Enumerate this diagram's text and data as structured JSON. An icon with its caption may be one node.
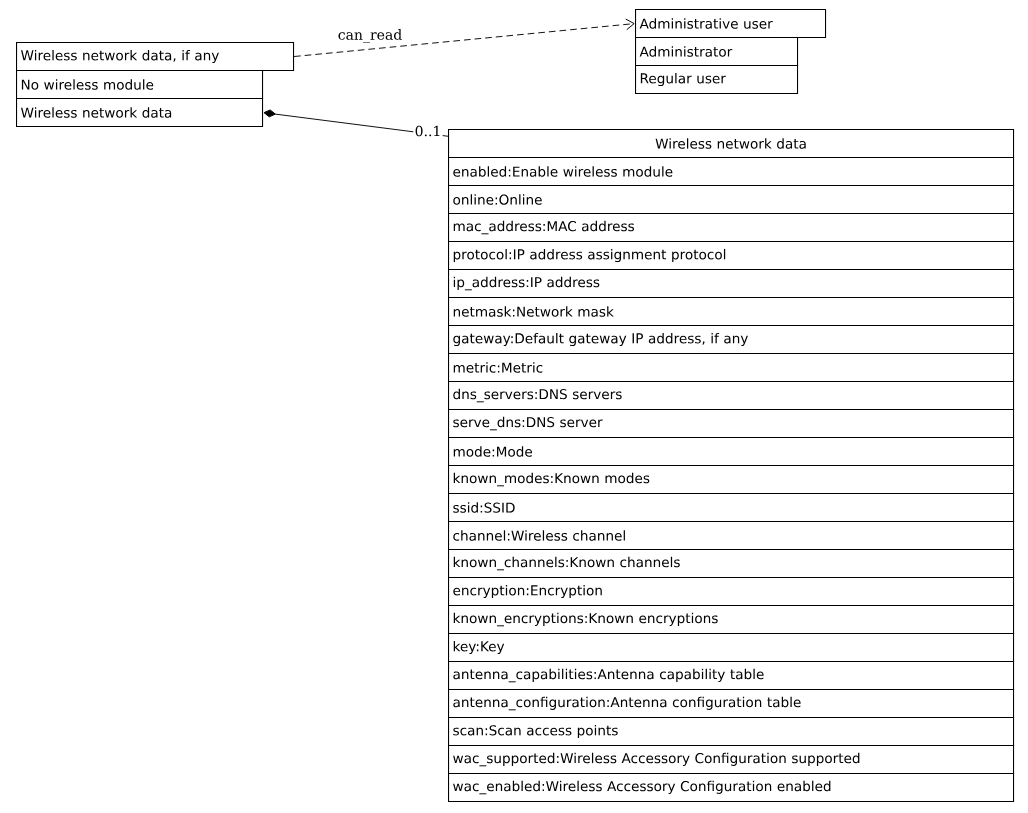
{
  "diagram": {
    "nodes": [
      {
        "text": [
          "Administrative user"
        ]
      },
      {
        "text": [
          "Administrator"
        ]
      },
      {
        "text": [
          "Regular user"
        ]
      },
      {
        "text": [
          "Wireless network data, if any"
        ]
      },
      {
        "text": [
          "No wireless module"
        ]
      },
      {
        "text": [
          "Wireless network data"
        ]
      },
      {
        "text": [
          "Wireless network data"
        ]
      },
      {
        "text": [
          "enabled:Enable wireless module"
        ]
      },
      {
        "text": [
          "online:Online"
        ]
      },
      {
        "text": [
          "mac_address:MAC address"
        ]
      },
      {
        "text": [
          "protocol:IP address assignment protocol"
        ]
      },
      {
        "text": [
          "ip_address:IP address"
        ]
      },
      {
        "text": [
          "netmask:Network mask"
        ]
      },
      {
        "text": [
          "gateway:Default gateway IP address, if any"
        ]
      },
      {
        "text": [
          "metric:Metric"
        ]
      },
      {
        "text": [
          "dns_servers:DNS servers"
        ]
      },
      {
        "text": [
          "serve_dns:DNS server"
        ]
      },
      {
        "text": [
          "mode:Mode"
        ]
      },
      {
        "text": [
          "known_modes:Known modes"
        ]
      },
      {
        "text": [
          "ssid:SSID"
        ]
      },
      {
        "text": [
          "channel:Wireless channel"
        ]
      },
      {
        "text": [
          "known_channels:Known channels"
        ]
      },
      {
        "text": [
          "encryption:Encryption"
        ]
      },
      {
        "text": [
          "known_encryptions:Known encryptions"
        ]
      },
      {
        "text": [
          "key:Key"
        ]
      },
      {
        "text": [
          "antenna_capabilities:Antenna capability table"
        ]
      },
      {
        "text": [
          "antenna_configuration:Antenna configuration table"
        ]
      },
      {
        "text": [
          "scan:Scan access points"
        ]
      },
      {
        "text": [
          "wac_supported:Wireless Accessory Configuration supported"
        ]
      },
      {
        "text": [
          "wac_enabled:Wireless Accessory Configuration enabled"
        ]
      }
    ],
    "edges": [
      {
        "from": 3,
        "to": 0,
        "arrow": "to",
        "label": "can_read",
        "style": "dashed"
      },
      {
        "from": 5,
        "to": 6,
        "arrow": "other",
        "label": "0..1"
      }
    ]
  }
}
